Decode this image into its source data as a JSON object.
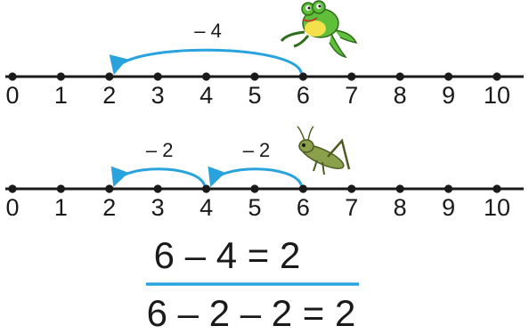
{
  "number_line_top": {
    "ticks": [
      "0",
      "1",
      "2",
      "3",
      "4",
      "5",
      "6",
      "7",
      "8",
      "9",
      "10"
    ],
    "jumps": [
      {
        "from": 6,
        "to": 2,
        "label": "– 4"
      }
    ],
    "animal": "frog"
  },
  "number_line_bottom": {
    "ticks": [
      "0",
      "1",
      "2",
      "3",
      "4",
      "5",
      "6",
      "7",
      "8",
      "9",
      "10"
    ],
    "jumps": [
      {
        "from": 6,
        "to": 4,
        "label": "– 2"
      },
      {
        "from": 4,
        "to": 2,
        "label": "– 2"
      }
    ],
    "animal": "grasshopper"
  },
  "equations": {
    "first": "6 – 4 = 2",
    "second": "6 – 2 – 2 = 2"
  },
  "colors": {
    "line": "#1a1a1a",
    "arc": "#29a3dd",
    "divider": "#29a3dd",
    "frog_body": "#5fbf3a",
    "frog_belly": "#f4e04a",
    "grasshopper": "#8aa04a"
  }
}
